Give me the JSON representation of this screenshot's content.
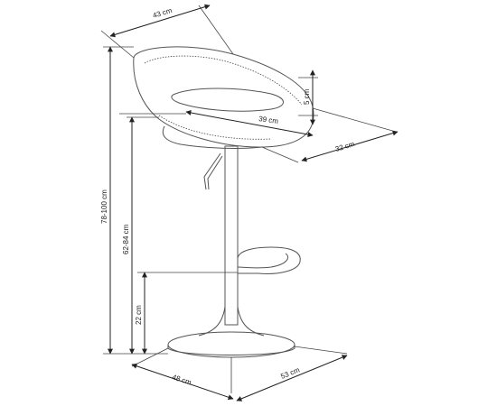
{
  "dimensions": {
    "seat_width": "43 cm",
    "backrest_height": "5 cm",
    "seat_depth": "39 cm",
    "seat_side": "32 cm",
    "total_height": "78-100 cm",
    "seat_height": "62-84 cm",
    "footrest_height": "22 cm",
    "base_width": "48 cm",
    "base_depth": "53 cm"
  }
}
